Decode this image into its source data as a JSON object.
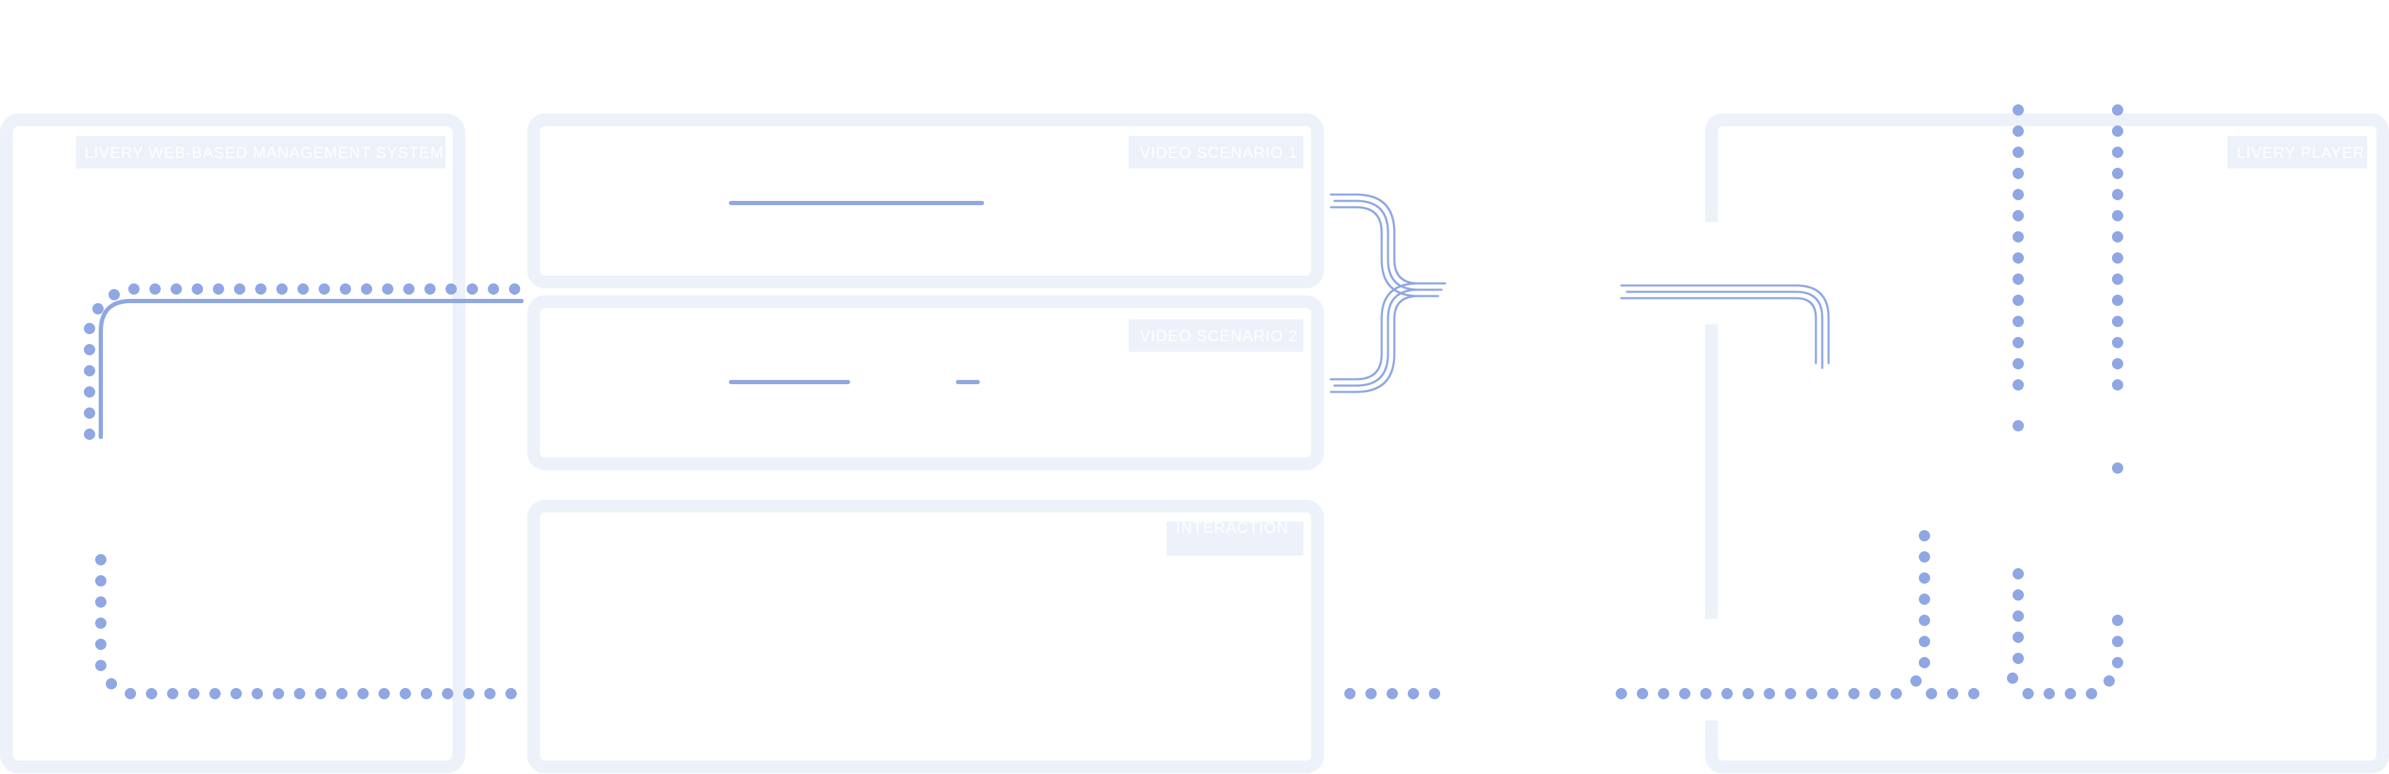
{
  "colors": {
    "frame": "#edf1fa",
    "label_bg": "#edf1fa",
    "label_text": "#ffffff",
    "connector": "#8fa7e3",
    "background": "#ffffff"
  },
  "panels": {
    "management": {
      "label": "LIVERY WEB-BASED MANAGEMENT SYSTEM"
    },
    "scenario1": {
      "label": "VIDEO SCENARIO 1"
    },
    "scenario2": {
      "label": "VIDEO SCENARIO 2"
    },
    "interaction": {
      "label": "INTERACTION"
    },
    "player": {
      "label": "LIVERY PLAYER"
    }
  }
}
